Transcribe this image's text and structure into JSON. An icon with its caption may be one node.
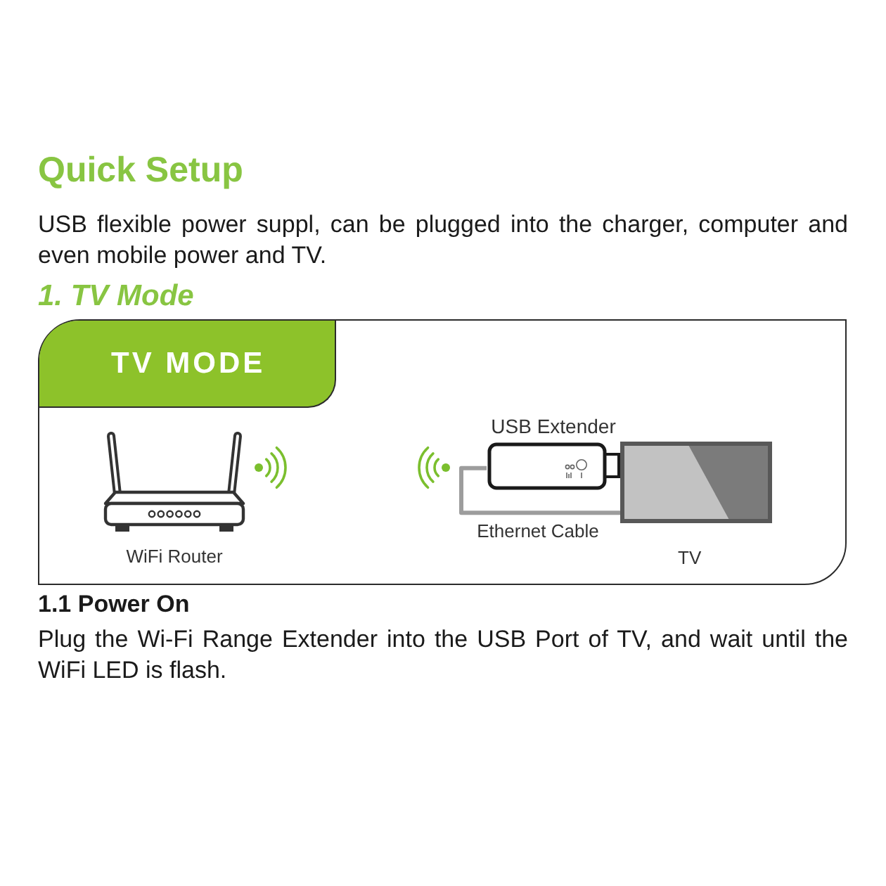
{
  "diagram": {
    "title": "Quick Setup",
    "nodes": [
      {
        "text": [
          "TV MODE"
        ]
      },
      {
        "text": [
          "WiFi Router"
        ],
        "in": 0
      },
      {
        "text": [
          "USB Extender"
        ],
        "in": 0
      },
      {
        "text": [
          "TV"
        ],
        "in": 0
      }
    ],
    "edges": [
      {
        "from": 2,
        "to": 3,
        "arrow": "none",
        "label": "Ethernet Cable"
      }
    ],
    "labels": [
      "USB flexible power suppl, can be plugged into the charger, computer and even mobile power and TV.",
      "1. TV Mode",
      "1.1 Power On",
      "Plug the Wi-Fi Range Extender into the USB Port of TV, and wait until the WiFi LED is flash."
    ]
  }
}
